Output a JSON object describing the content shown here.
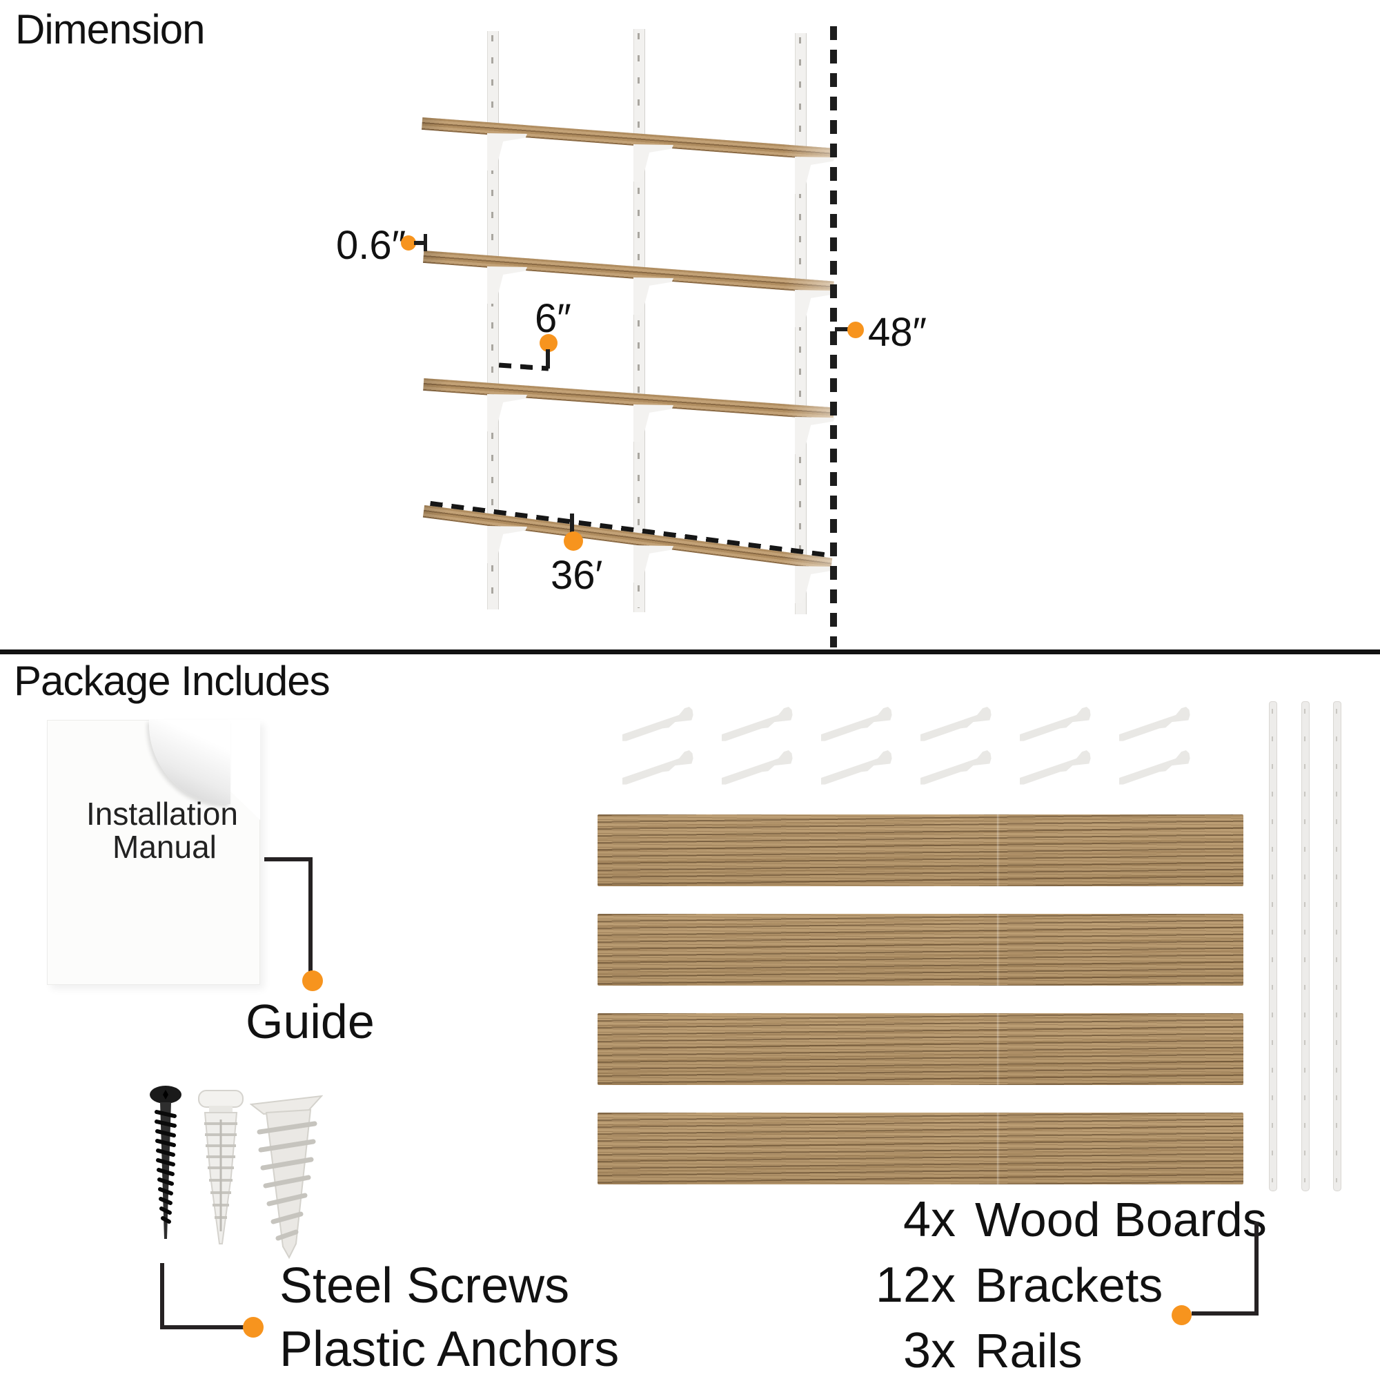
{
  "accent_color": "#f7941e",
  "dimension_section": {
    "title": "Dimension",
    "thickness_label": "0.6″",
    "depth_label": "6″",
    "height_label": "48″",
    "width_label": "36′"
  },
  "package_section": {
    "title": "Package Includes",
    "manual_line1": "Installation",
    "manual_line2": "Manual",
    "manual_callout": "Guide",
    "fasteners_line1": "Steel Screws",
    "fasteners_line2": "Plastic Anchors",
    "items": [
      {
        "qty": "4x",
        "name": "Wood Boards"
      },
      {
        "qty": "12x",
        "name": "Brackets"
      },
      {
        "qty": "3x",
        "name": "Rails"
      }
    ]
  }
}
